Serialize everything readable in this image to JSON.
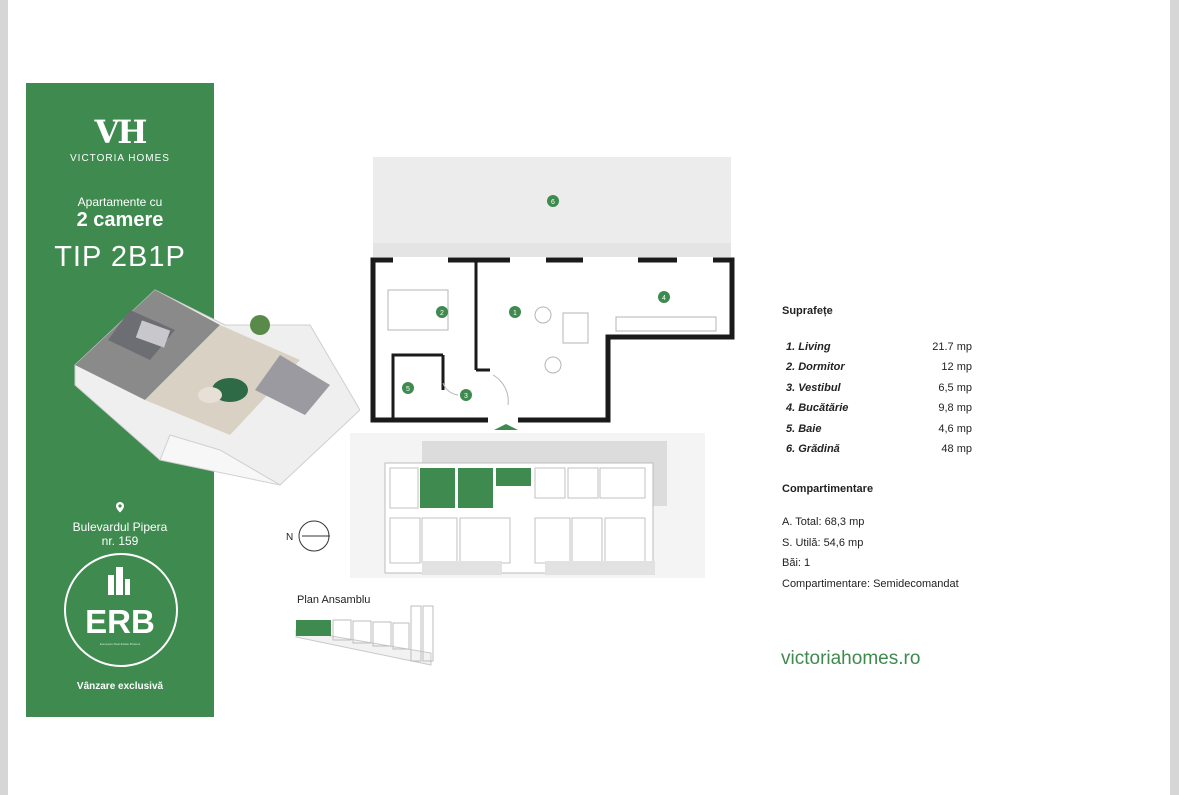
{
  "side_panel": {
    "logo_mark": "VH",
    "brand": "VICTORIA HOMES",
    "title_line1": "Apartamente cu",
    "title_line2": "2 camere",
    "apt_type": "TIP 2B1P",
    "address_line1": "Bulevardul Pipera",
    "address_line2": "nr. 159",
    "agency_logo": "ERB",
    "agency_tagline": "European Real Estate Brokers",
    "exclusive_label": "Vânzare exclusivă"
  },
  "plan": {
    "room_markers": [
      "1",
      "2",
      "3",
      "4",
      "5",
      "6"
    ],
    "compass_label": "N",
    "ensemble_label": "Plan Ansamblu"
  },
  "surfaces": {
    "heading": "Suprafețe",
    "rooms": [
      {
        "name": "1. Living",
        "area": "21.7 mp"
      },
      {
        "name": "2. Dormitor",
        "area": "12 mp"
      },
      {
        "name": "3. Vestibul",
        "area": "6,5 mp"
      },
      {
        "name": "4. Bucătărie",
        "area": "9,8 mp"
      },
      {
        "name": "5. Baie",
        "area": "4,6 mp"
      },
      {
        "name": "6. Grădină",
        "area": "48 mp"
      }
    ]
  },
  "compartment": {
    "heading": "Compartimentare",
    "lines": [
      "A. Total: 68,3 mp",
      "S. Utilă: 54,6 mp",
      "Băi: 1",
      "Compartimentare: Semidecomandat"
    ]
  },
  "website": "victoriahomes.ro",
  "colors": {
    "brand_green": "#3e8a4f",
    "wall": "#1a1a1a",
    "marker": "#3e8a4f"
  }
}
